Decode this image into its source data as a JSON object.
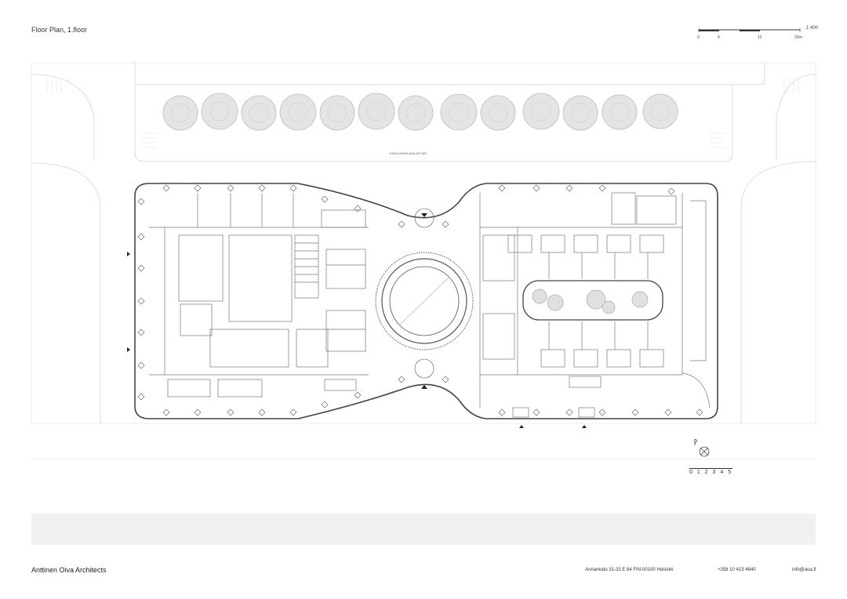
{
  "title": "Floor Plan, 1.floor",
  "scale": {
    "ratio": "1:400",
    "ticks": [
      "0",
      "4",
      "12",
      "20m"
    ]
  },
  "street_label": "KATAJANOKANLAITURI",
  "mini_scale": "0 1 2 3 4 5",
  "footer": {
    "company": "Anttinen Oiva Architects",
    "address": "Annankatu 31-33 E 64 FIN-00100 Helsinki",
    "phone": "+358 10 423 4640",
    "email": "info@aoa.fi"
  },
  "colors": {
    "line": "#555555",
    "light": "#cfcfcf",
    "ground": "#f1f1f1",
    "tree": "#bdbdbd"
  }
}
